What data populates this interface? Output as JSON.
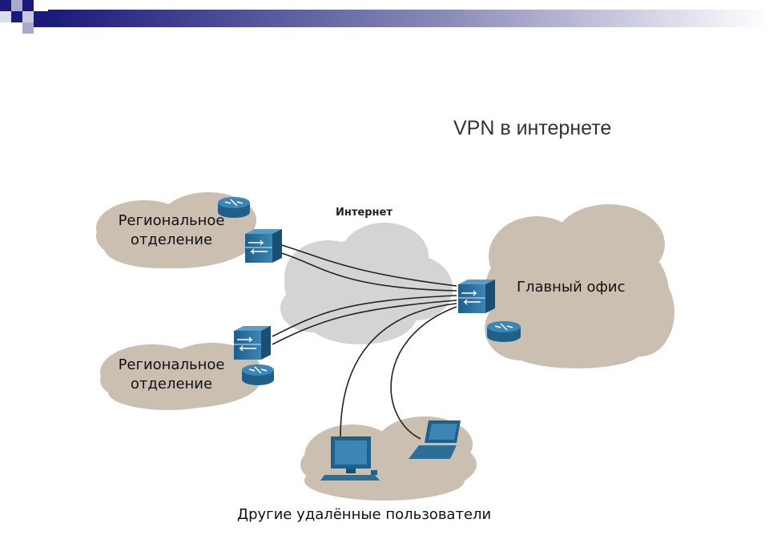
{
  "slide": {
    "title": "VPN в интернете"
  },
  "diagram": {
    "internet_label": "Интернет",
    "branch_office_1_line1": "Региональное",
    "branch_office_1_line2": "отделение",
    "branch_office_2_line1": "Региональное",
    "branch_office_2_line2": "отделение",
    "main_office_label": "Главный офис",
    "remote_users_label": "Другие удалённые пользователи"
  },
  "colors": {
    "cloud_tan": "#cbbfb2",
    "cloud_internet": "#d4d4d4",
    "device_blue": "#2a6e99",
    "banner_dark": "#1a1a7a"
  }
}
